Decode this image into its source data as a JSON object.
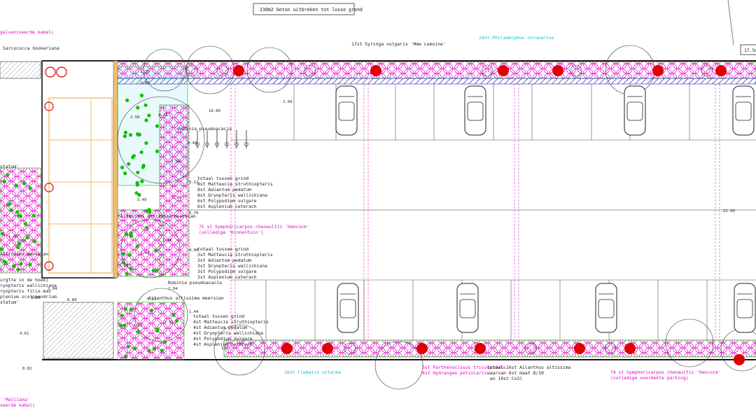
{
  "title_box": "230m2 beton uitbreken tot losse grond",
  "top_left_label": "galvaniseerde kabel)",
  "sarcococca": "Sarcococca hookeriana",
  "top_right_box": "17.5m",
  "bottom_left_label": "'Malliana'",
  "bottom_left_label2": "seerde kabel)",
  "plant_labels": {
    "syringa": "17st Syringa vulgaris 'Mme Lemoine'",
    "philadelphus": "24st Philadelphus coronarius",
    "robinia_top": "Robinia pseudoacacia",
    "robinia_bottom": "Robinia pseudoacacia",
    "ailanthus_mid": "Ailanthus altissima meersian",
    "ailanthus_bottom": "Ailanthus altissima meersian",
    "symphoricarpos_mid": "75 st Symphoricarpos chenaultii 'Hancock'",
    "symphoricarpos_mid2": "(volledige 'binnentuin')",
    "symphoricarpos_bot": "74 st Symphoricarpos chenaultii 'Hancock'",
    "symphoricarpos_bot2": "(volledige overdekte parking)",
    "clematis": "16st Clematis vitalba",
    "parthenocissus": "6st Parthenocissus tricuspidata",
    "hydrangea": "6st Hydrangea petiolaris",
    "ailanthus_total": "totaal 16st Ailanthus altissima",
    "ailanthus_total2": "waarvan 6st maat 8/10",
    "ailanthus_total3": "en 10st Co3l",
    "left_statum": "statum'",
    "left_meersian": "altissima meersian",
    "left_mixed1": "urgtte in de hoek)",
    "left_mixed2": "ryopteris wallichiana",
    "left_mixed3": "ryopteris filix-mas",
    "left_mixed4": "plenium scolopendrium",
    "left_mixed5": "statum'"
  },
  "fern_lists": [
    [
      "totaal tussen grind",
      "8st Matteucia struthiopteris",
      "8st Adiantum pedatum",
      "8st Dryopteris wallichiana",
      "6st Polypodium vulgare",
      "6st Asplenium ceterach"
    ],
    [
      "totaal tussen grind",
      "3st Matteucia struthiopteris",
      "3st Adiantum pedatum",
      "3st Dryopteris wallichiana",
      "3st Polypodium vulgare",
      "3st Asplenium ceterach"
    ],
    [
      "totaal tussen grind",
      "4st Matteucia struthiopteris",
      "4st Adiantum pedatum",
      "4st Dryopteris wallichiana",
      "4st Polypodium vulgare",
      "4st Asplenium ceterach"
    ]
  ],
  "dimensions": {
    "d1": "1.25",
    "d2": "2.40",
    "d3": "10.00",
    "d4": "2.50",
    "d5": "8.28",
    "d6": "2.50",
    "d7": "3.43",
    "d8": "3.53",
    "d9": "3.11",
    "d10": "1.76",
    "d11": "3.49",
    "d12": "5.70",
    "d13": "4.00",
    "d14": "2.10",
    "d15": "3.82",
    "d16": "2.64",
    "d17": "2.04",
    "d18": "6.84",
    "d19": "4.61",
    "d20": "5.24",
    "d21": "1.44",
    "d22": "3.95",
    "d23": "2.30",
    "d24": "1.25",
    "d25": "8.82",
    "d26": "1.00",
    "d27": "22.99",
    "d28": "2.04",
    "d29": "1.45",
    "d30": "2.10"
  },
  "colors": {
    "magenta": "#e000c8",
    "cyan": "#00bcd4",
    "red": "#e00000",
    "green": "#10c000",
    "hatch_blue": "#2020c0",
    "orange": "#f0a030"
  }
}
